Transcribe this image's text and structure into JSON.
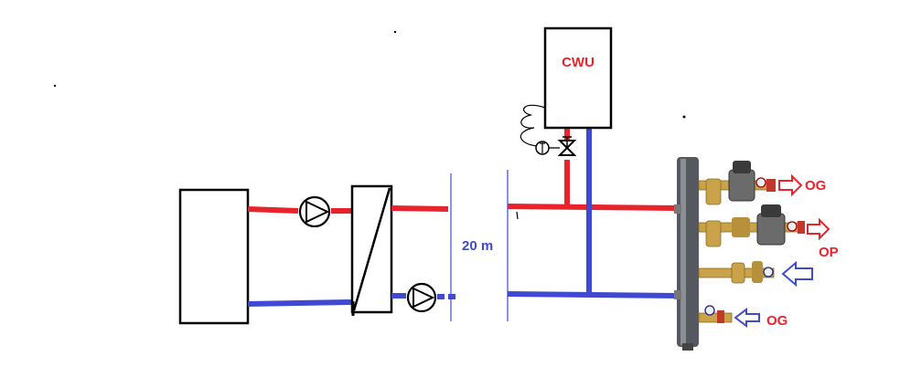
{
  "labels": {
    "cwu": "CWU",
    "distance": "20 m",
    "og_top": "OG",
    "op": "OP",
    "og_bottom": "OG"
  },
  "colors": {
    "supply": "#e8232b",
    "return": "#3e4bd1",
    "outline": "#000000",
    "brass": "#c9a24a",
    "manifold": "#55595f",
    "pump_body": "#6b6b6b"
  }
}
